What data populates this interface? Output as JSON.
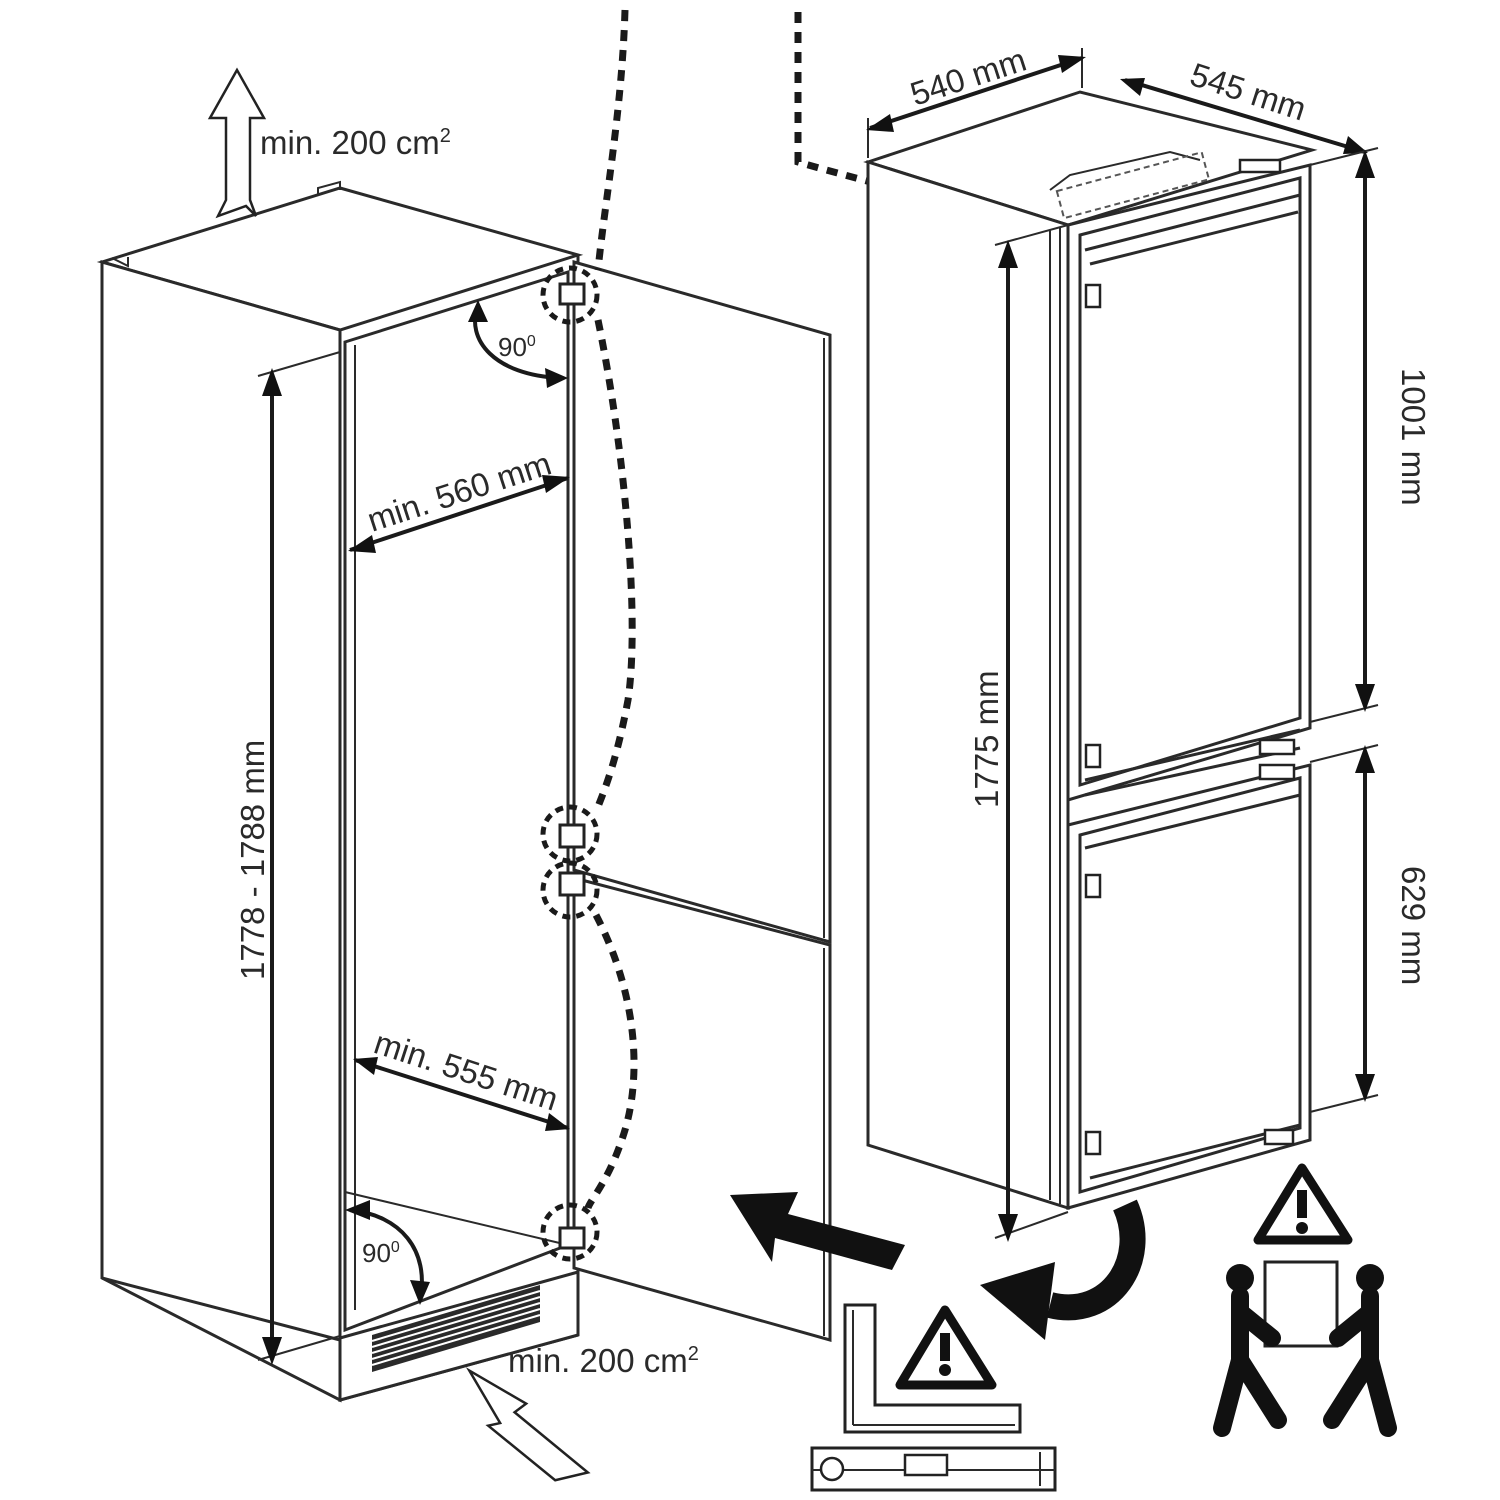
{
  "labels": {
    "vent_top": "min. 200 cm",
    "vent_top_sup": "2",
    "vent_bottom": "min. 200 cm",
    "vent_bottom_sup": "2",
    "angle_top": "90",
    "angle_top_sup": "0",
    "angle_bottom": "90",
    "angle_bottom_sup": "0",
    "niche_width_top": "min. 560 mm",
    "niche_width_bottom": "min. 555 mm",
    "niche_height": "1778 - 1788 mm",
    "appliance_width": "540 mm",
    "appliance_depth": "545 mm",
    "appliance_height": "1775 mm",
    "fridge_height": "1001 mm",
    "freezer_height": "629 mm"
  },
  "icons": [
    "vent-arrow-up-icon",
    "vent-arrow-in-icon",
    "hinge-icon",
    "insert-arrow-icon",
    "rotate-arrow-icon",
    "warning-icon",
    "two-person-lift-icon",
    "square-and-level-icon"
  ]
}
